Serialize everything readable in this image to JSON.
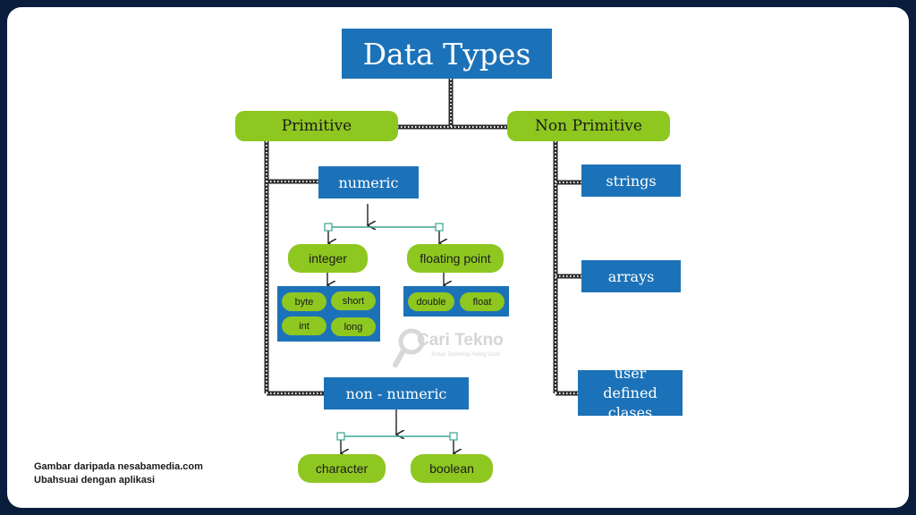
{
  "diagram": {
    "title": "Data Types",
    "primitive": {
      "label": "Primitive",
      "numeric": {
        "label": "numeric",
        "integer": {
          "label": "integer",
          "items": [
            "byte",
            "short",
            "int",
            "long"
          ]
        },
        "floating": {
          "label": "floating point",
          "items": [
            "double",
            "float"
          ]
        }
      },
      "non_numeric": {
        "label": "non - numeric",
        "items": [
          "character",
          "boolean"
        ]
      }
    },
    "non_primitive": {
      "label": "Non Primitive",
      "items": [
        "strings",
        "arrays",
        "user defined clases"
      ]
    }
  },
  "watermark": {
    "brand": "Cari Tekno",
    "tagline": "Solusi Teknologi Paling Oishi"
  },
  "caption": {
    "line1": "Gambar daripada nesabamedia.com",
    "line2": "Ubahsuai dengan aplikasi"
  },
  "colors": {
    "frame": "#0b1d3d",
    "blue_box": "#1c72b8",
    "green_box": "#8ec720",
    "connector": "#222222"
  }
}
